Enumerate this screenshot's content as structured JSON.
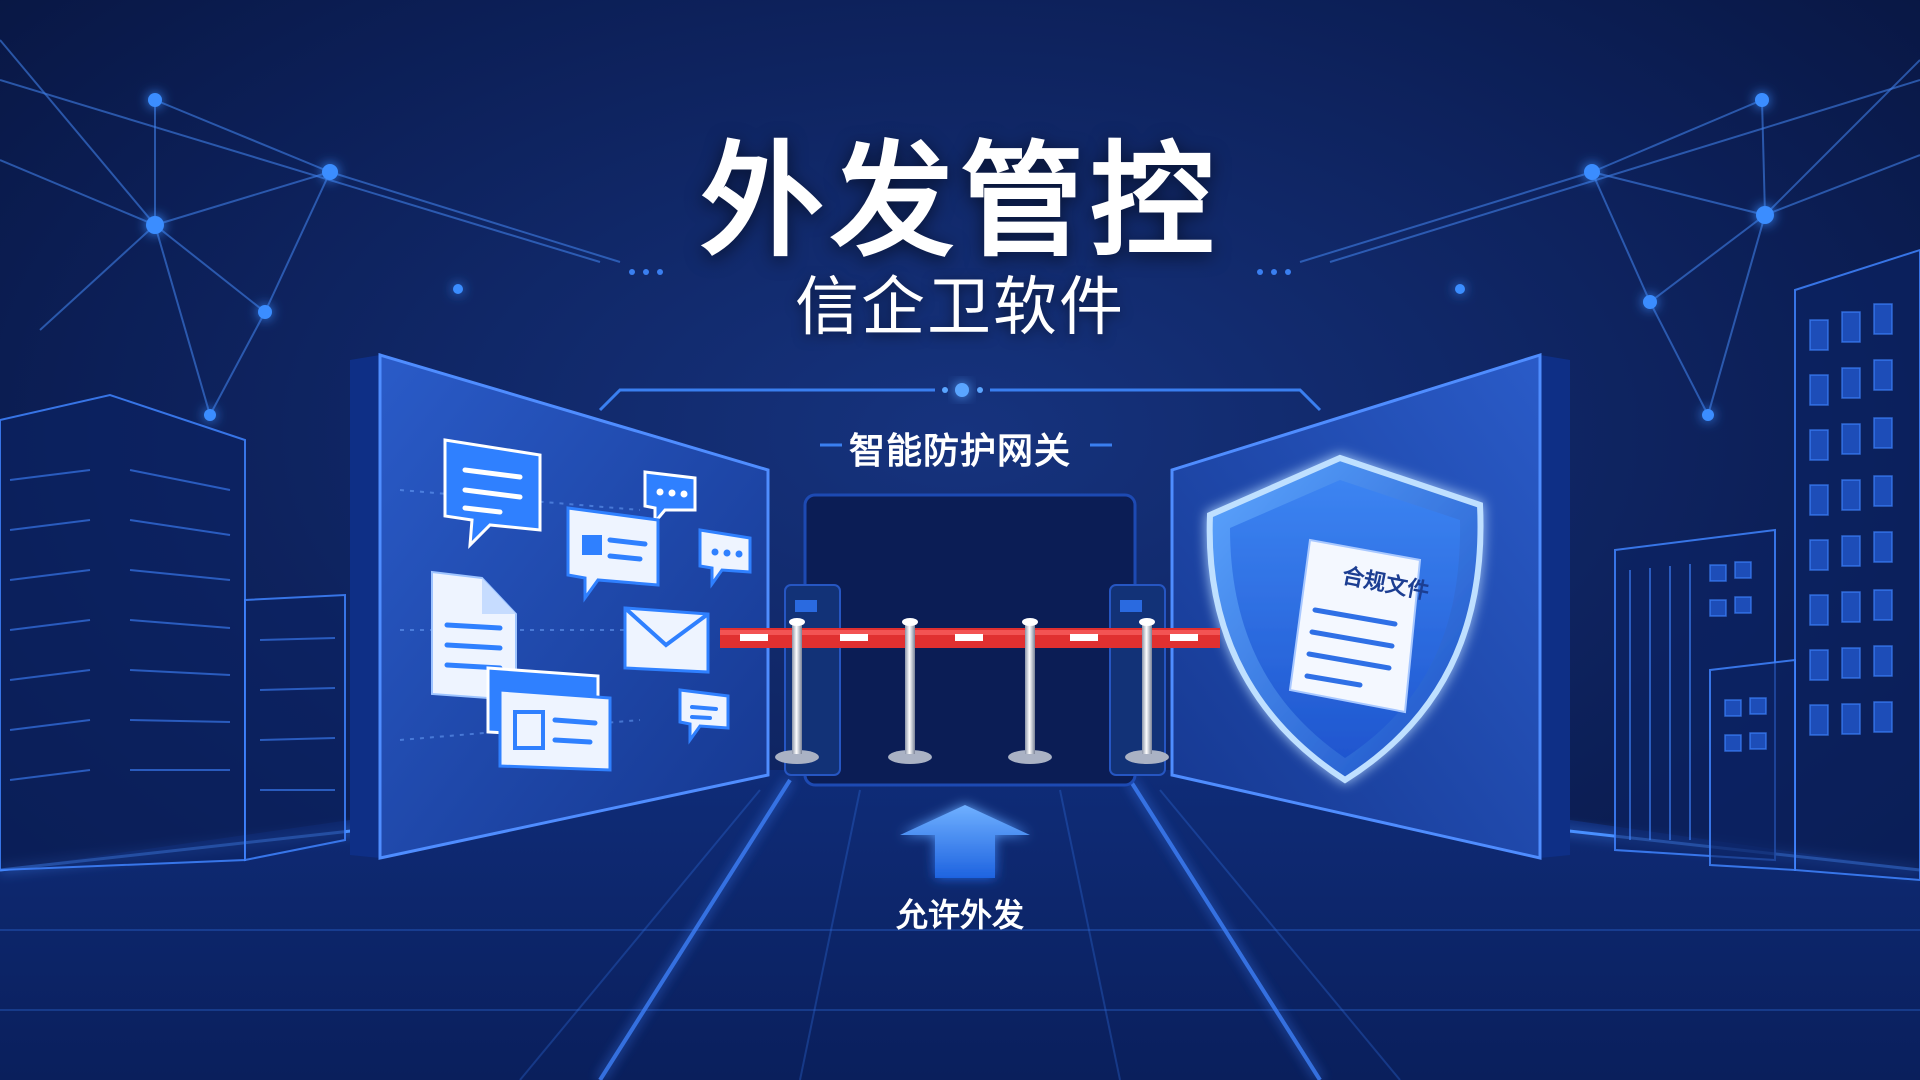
{
  "header": {
    "title": "外发管控",
    "subtitle": "信企卫软件"
  },
  "gateway": {
    "label": "智能防护网关"
  },
  "shield": {
    "document_label": "合规文件"
  },
  "flow": {
    "allow_label": "允许外发"
  },
  "icons": [
    "chat-bubble-icon",
    "chat-card-icon",
    "typing-bubble-icon",
    "document-icon",
    "envelope-icon",
    "browser-window-icon",
    "shield-icon",
    "compliant-document-icon",
    "up-arrow-icon"
  ],
  "colors": {
    "background": "#0a1a4a",
    "accent_blue": "#2f7cf0",
    "barrier_red": "#e03030",
    "text": "#ffffff"
  }
}
